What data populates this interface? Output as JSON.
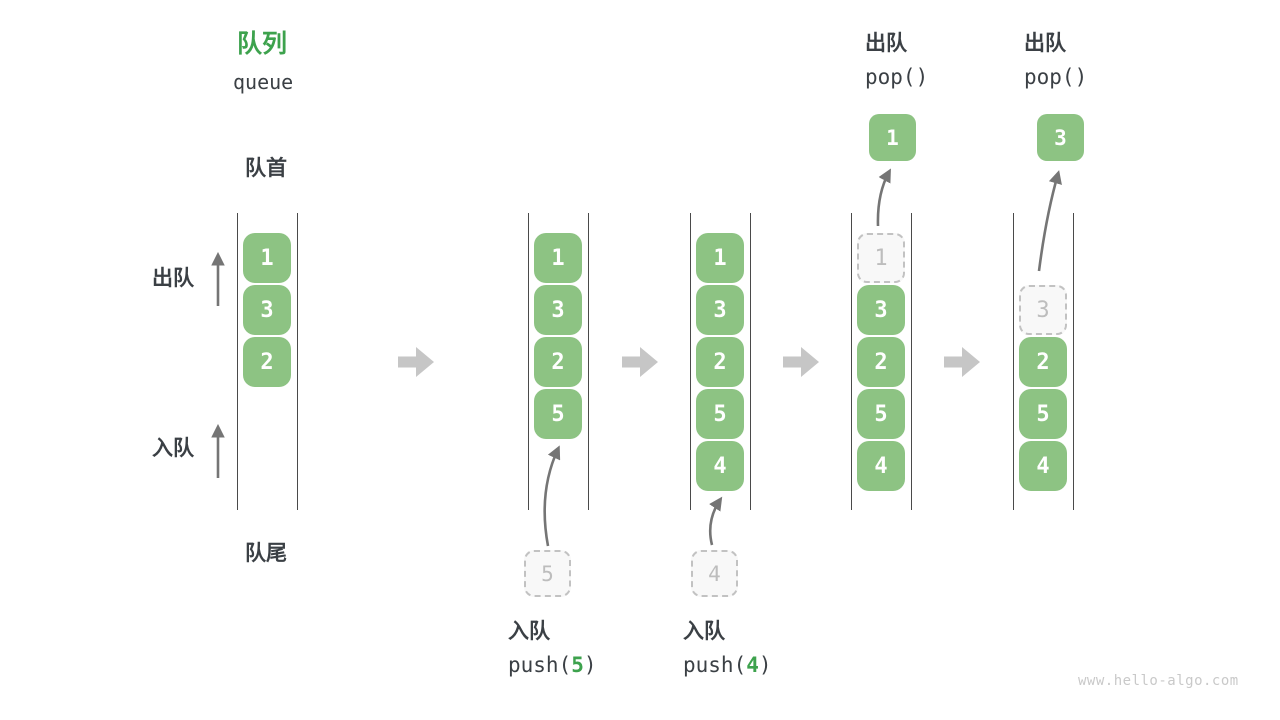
{
  "title": {
    "zh": "队列",
    "en": "queue"
  },
  "labels": {
    "front": "队首",
    "rear": "队尾",
    "dequeue": "出队",
    "enqueue": "入队"
  },
  "watermark": "www.hello-algo.com",
  "colors": {
    "accent_green": "#3DA24D",
    "cell_green": "#8DC383",
    "cell_text": "#FFFFFF",
    "dashed_border": "#C2C2C2",
    "dashed_fill": "#F8F8F8",
    "dashed_text": "#BDBDBD",
    "column_line": "#4A4A4A",
    "text_dark": "#3B4045",
    "flow_arrow": "#C6C6C6",
    "motion_arrow": "#757575",
    "watermark": "#C9C9C9"
  },
  "columns": [
    {
      "name": "state-initial",
      "start_slot": 0,
      "cells": [
        {
          "v": "1"
        },
        {
          "v": "3"
        },
        {
          "v": "2"
        }
      ]
    },
    {
      "name": "state-after-push5",
      "start_slot": 0,
      "cells": [
        {
          "v": "1"
        },
        {
          "v": "3"
        },
        {
          "v": "2"
        },
        {
          "v": "5"
        }
      ],
      "staged": {
        "v": "5"
      }
    },
    {
      "name": "state-after-push4",
      "start_slot": 0,
      "cells": [
        {
          "v": "1"
        },
        {
          "v": "3"
        },
        {
          "v": "2"
        },
        {
          "v": "5"
        },
        {
          "v": "4"
        }
      ],
      "staged": {
        "v": "4"
      }
    },
    {
      "name": "state-pop-1",
      "start_slot": 0,
      "cells": [
        {
          "v": "1",
          "dashed": true
        },
        {
          "v": "3"
        },
        {
          "v": "2"
        },
        {
          "v": "5"
        },
        {
          "v": "4"
        }
      ],
      "popped": {
        "v": "1"
      }
    },
    {
      "name": "state-pop-3",
      "start_slot": 1,
      "cells": [
        {
          "v": "3",
          "dashed": true
        },
        {
          "v": "2"
        },
        {
          "v": "5"
        },
        {
          "v": "4"
        }
      ],
      "popped": {
        "v": "3"
      }
    }
  ],
  "operations": {
    "push_a": {
      "label": "入队",
      "code_prefix": "push(",
      "arg": "5",
      "code_suffix": ")"
    },
    "push_b": {
      "label": "入队",
      "code_prefix": "push(",
      "arg": "4",
      "code_suffix": ")"
    },
    "pop_a": {
      "label": "出队",
      "code": "pop()"
    },
    "pop_b": {
      "label": "出队",
      "code": "pop()"
    }
  }
}
